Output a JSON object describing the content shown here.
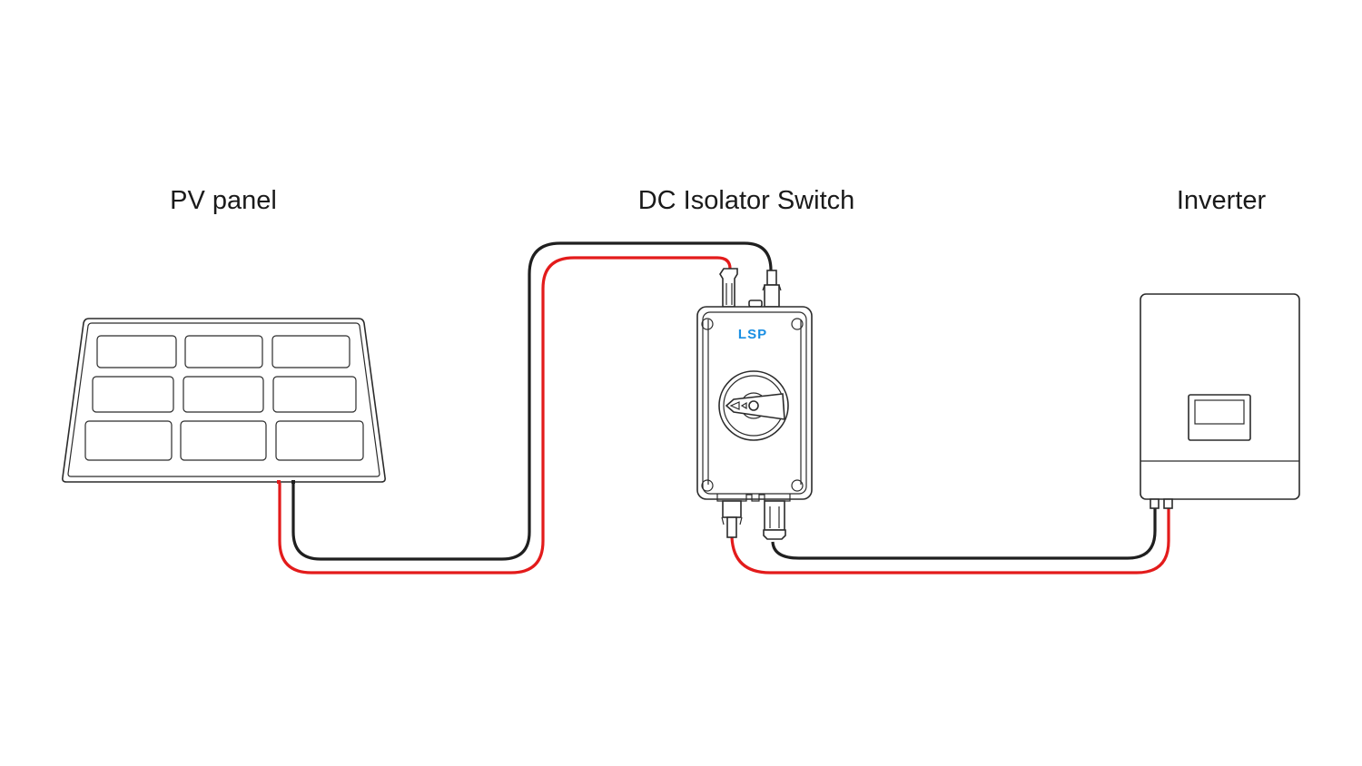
{
  "labels": {
    "pv_panel": "PV panel",
    "isolator": "DC Isolator Switch",
    "inverter": "Inverter"
  },
  "isolator": {
    "brand": "LSP"
  },
  "colors": {
    "positive_wire": "#e31b1b",
    "negative_wire": "#1f1f1f",
    "brand": "#1a8fe3",
    "outline": "#2b2b2b"
  },
  "components": [
    {
      "id": "pv-panel",
      "name": "PV panel",
      "cells": 9
    },
    {
      "id": "dc-isolator-switch",
      "name": "DC Isolator Switch"
    },
    {
      "id": "inverter",
      "name": "Inverter"
    }
  ],
  "connections": [
    {
      "from": "pv-panel",
      "to": "dc-isolator-switch",
      "side": "input",
      "wires": [
        "positive",
        "negative"
      ]
    },
    {
      "from": "dc-isolator-switch",
      "to": "inverter",
      "side": "output",
      "wires": [
        "positive",
        "negative"
      ]
    }
  ]
}
